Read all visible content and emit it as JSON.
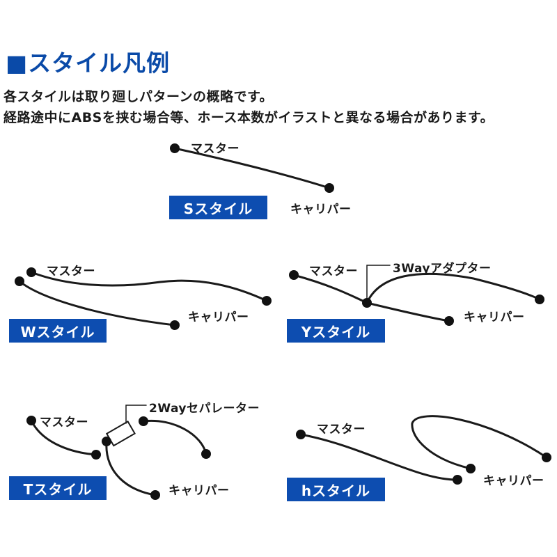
{
  "title": "■スタイル凡例",
  "notes": [
    "各スタイルは取り廻しパターンの概略です。",
    "経路途中にABSを挟む場合等、ホース本数がイラストと異なる場合があります。"
  ],
  "styles": {
    "s": {
      "badge": "Sスタイル",
      "master": "マスター",
      "caliper": "キャリパー"
    },
    "w": {
      "badge": "Wスタイル",
      "master": "マスター",
      "caliper": "キャリパー"
    },
    "y": {
      "badge": "Yスタイル",
      "master": "マスター",
      "caliper": "キャリパー",
      "adapter": "3Wayアダプター"
    },
    "t": {
      "badge": "Tスタイル",
      "master": "マスター",
      "caliper": "キャリパー",
      "separator": "2Wayセパレーター"
    },
    "h": {
      "badge": "hスタイル",
      "master": "マスター",
      "caliper": "キャリパー"
    }
  },
  "colors": {
    "badge_bg": "#0d4db0",
    "title": "#0a4aa8",
    "line": "#1a1a1a"
  }
}
